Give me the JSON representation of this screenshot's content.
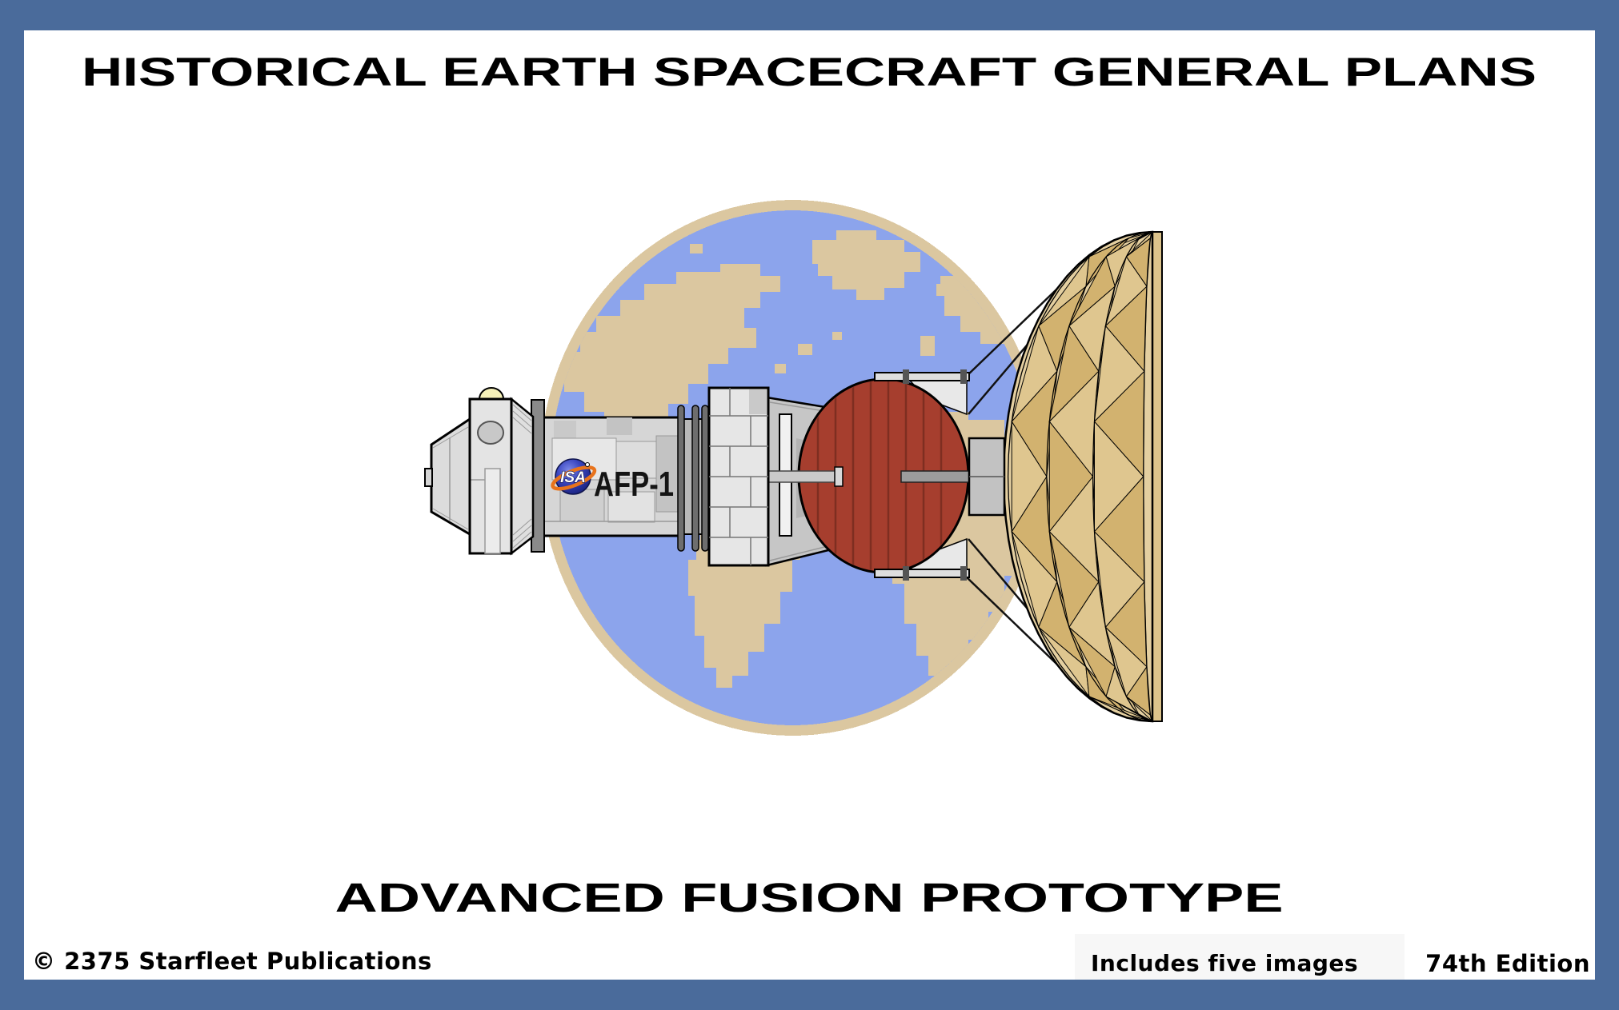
{
  "poster": {
    "title": "HISTORICAL EARTH SPACECRAFT GENERAL PLANS",
    "subtitle": "ADVANCED FUSION PROTOTYPE"
  },
  "spacecraft": {
    "designation": "AFP-1",
    "agency": "ISA"
  },
  "footer": {
    "copyright": "© 2375 Starfleet Publications",
    "note": "Includes five images",
    "edition": "74th Edition"
  },
  "colors": {
    "frame_blue": "#4a6b9b",
    "ocean_blue": "#8ca4ec",
    "land_tan": "#dbc7a0",
    "tank_red": "#a63e2e",
    "dish_gold": "#dfc68f",
    "hull_gray": "#e2e2e2"
  }
}
